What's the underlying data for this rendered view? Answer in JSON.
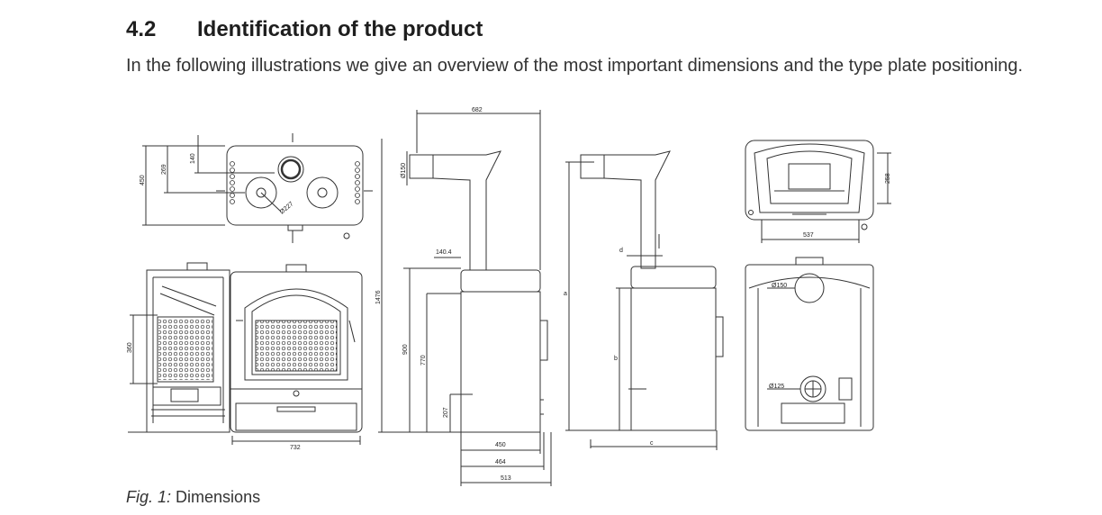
{
  "heading": {
    "number": "4.2",
    "title": "Identification of the product"
  },
  "intro": "In the following illustrations we give an overview of the most important dimensions and the type plate positioning.",
  "caption": {
    "label": "Fig. 1:",
    "text": "Dimensions"
  },
  "dimensions": {
    "top_view": {
      "depth": "450",
      "d1": "269",
      "d2": "140",
      "plate": "Ø227"
    },
    "front_view": {
      "height_grate": "360",
      "width": "732",
      "total_height": "1476"
    },
    "side_view_1": {
      "top_width": "682",
      "flue": "Ø150",
      "offset": "140.4",
      "h900": "900",
      "h770": "770",
      "h207": "207",
      "w450": "450",
      "w464": "464",
      "w513": "513"
    },
    "side_view_2": {
      "a": "a",
      "b": "b",
      "c": "c",
      "d": "d"
    },
    "back_top_view": {
      "h258": "258",
      "w537": "537"
    },
    "back_view": {
      "flue": "Ø150",
      "inlet": "Ø125"
    }
  }
}
